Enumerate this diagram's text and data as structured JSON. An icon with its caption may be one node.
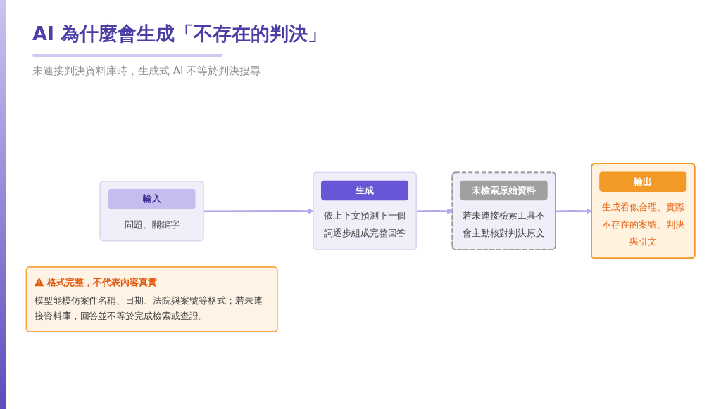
{
  "diagram": {
    "title": "AI 為什麼會生成「不存在的判決」",
    "nodes": [
      {
        "text": [
          "輸入",
          "問題、關鍵字"
        ]
      },
      {
        "text": [
          "生成",
          "依上下文預測下一個詞逐步組成完整回答"
        ]
      },
      {
        "text": [
          "未檢索原始資料",
          "若未連接檢索工具不會主動核對判決原文"
        ]
      },
      {
        "text": [
          "輸出",
          "生成看似合理、實際不存在的案號、判決與引文"
        ]
      },
      {
        "text": [
          "格式完整，不代表內容真實",
          "模型能模仿案件名稱、日期、法院與案號等格式；若未連接資料庫，回答並不等於完成檢索或查證。"
        ]
      }
    ],
    "edges": [
      {
        "from": 0,
        "to": 1,
        "arrow": "to"
      },
      {
        "from": 1,
        "to": 2,
        "arrow": "to"
      },
      {
        "from": 2,
        "to": 3,
        "arrow": "to"
      }
    ],
    "labels": [
      "未連接判決資料庫時，生成式 AI 不等於判決搜尋"
    ]
  }
}
